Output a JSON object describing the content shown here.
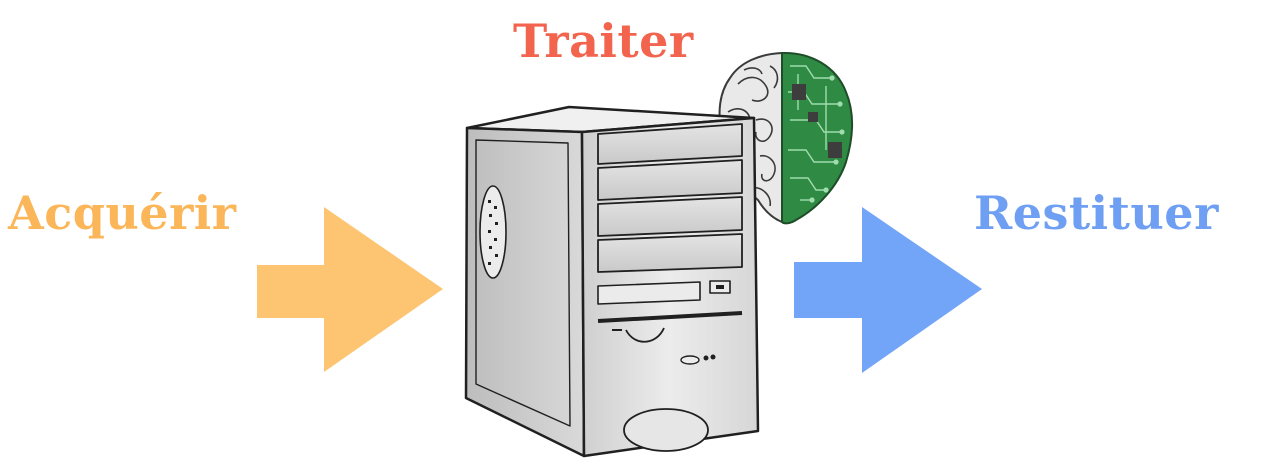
{
  "steps": {
    "acquire": {
      "label": "Acquérir",
      "color": "#fbb65a"
    },
    "process": {
      "label": "Traiter",
      "color": "#f2644e"
    },
    "output": {
      "label": "Restituer",
      "color": "#6f9ff3"
    }
  },
  "icons": {
    "input_arrow": "arrow-right-icon",
    "output_arrow": "arrow-right-icon",
    "computer": "computer-tower-icon",
    "brain": "brain-circuit-icon"
  }
}
